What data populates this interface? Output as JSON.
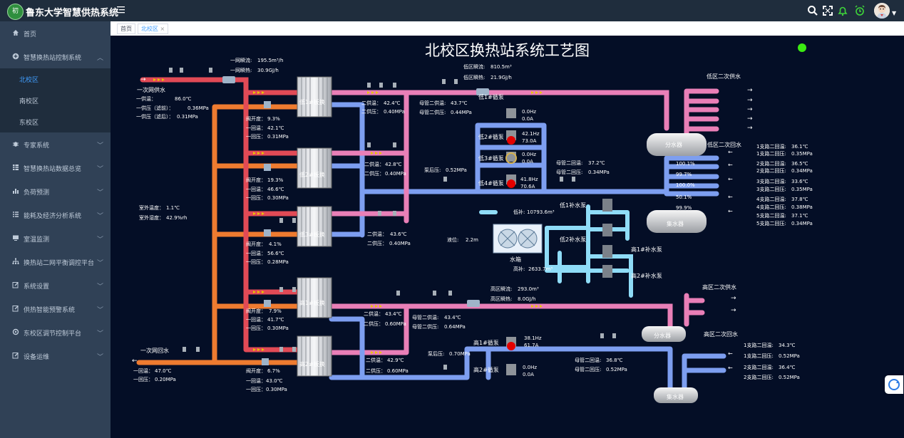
{
  "app": {
    "title": "鲁东大学智慧供热系统",
    "logo_text": "初"
  },
  "header": {
    "icons": [
      "search-icon",
      "fullscreen-icon",
      "bell-icon",
      "alarm-clock-icon",
      "avatar"
    ]
  },
  "sidebar": {
    "items": [
      {
        "label": "首页",
        "icon": "home-icon"
      },
      {
        "label": "智慧换热站控制系统",
        "icon": "plus-circle-icon",
        "expanded": true,
        "children": [
          {
            "label": "北校区",
            "active": true
          },
          {
            "label": "南校区"
          },
          {
            "label": "东校区"
          }
        ]
      },
      {
        "label": "专家系统",
        "icon": "bug-icon"
      },
      {
        "label": "智慧换热站数据总览",
        "icon": "grid-icon"
      },
      {
        "label": "负荷预测",
        "icon": "bar-chart-icon"
      },
      {
        "label": "能耗及经济分析系统",
        "icon": "list-icon"
      },
      {
        "label": "室温监测",
        "icon": "monitor-icon"
      },
      {
        "label": "换热站二网平衡调控平台",
        "icon": "sitemap-icon"
      },
      {
        "label": "系统设置",
        "icon": "edit-icon"
      },
      {
        "label": "供热智能预警系统",
        "icon": "edit-icon"
      },
      {
        "label": "东校区调节控制平台",
        "icon": "settings-icon"
      },
      {
        "label": "设备运维",
        "icon": "edit-icon"
      }
    ]
  },
  "tabs": [
    {
      "label": "首页"
    },
    {
      "label": "北校区",
      "active": true,
      "close": "×"
    }
  ],
  "diagram": {
    "title": "北校区换热站系统工艺图",
    "primary_supply": {
      "name": "一次网供水",
      "arrow": "→",
      "rows": [
        {
          "label": "一供温：",
          "value": "86.0℃"
        },
        {
          "label": "一供压（滤前）：",
          "value": "0.36MPa"
        },
        {
          "label": "一供压（滤后）：",
          "value": "0.31MPa"
        }
      ]
    },
    "primary_flow": {
      "flow_label": "一网瞬流:",
      "flow_value": "195.5m³/h",
      "heat_label": "一网瞬热:",
      "heat_value": "30.9GJ/h"
    },
    "primary_return": {
      "name": "一次网回水",
      "arrow": "←",
      "rows": [
        {
          "label": "一回温：",
          "value": "47.0℃"
        },
        {
          "label": "一回压：",
          "value": "0.20MPa"
        }
      ]
    },
    "outdoor": {
      "temp_label": "室外温度：",
      "temp_value": "1.1℃",
      "hum_label": "室外湿度：",
      "hum_value": "42.9%rh"
    },
    "exchangers": [
      {
        "name": "低1#板换",
        "valve": "阀开度：",
        "valve_value": "9.3%",
        "rt": "一回温：",
        "rt_value": "42.1℃",
        "rp": "一回压：",
        "rp_value": "0.31MPa",
        "st": "二供温：",
        "st_value": "42.4℃",
        "sp": "二供压：",
        "sp_value": "0.40MPa"
      },
      {
        "name": "低2#板换",
        "valve": "阀开度：",
        "valve_value": "19.3%",
        "rt": "一回温：",
        "rt_value": "46.6℃",
        "rp": "一回压：",
        "rp_value": "0.30MPa",
        "st": "二供温：",
        "st_value": "42.8℃",
        "sp": "二供压：",
        "sp_value": "0.40MPa"
      },
      {
        "name": "低3#板换",
        "valve": "阀开度：",
        "valve_value": "4.1%",
        "rt": "一回温：",
        "rt_value": "56.6℃",
        "rp": "一回压：",
        "rp_value": "0.28MPa",
        "st": "二供温：",
        "st_value": "43.6℃",
        "sp": "二供压：",
        "sp_value": "0.40MPa"
      },
      {
        "name": "高1#板换",
        "valve": "阀开度：",
        "valve_value": "7.9%",
        "rt": "一回温：",
        "rt_value": "41.7℃",
        "rp": "一回压：",
        "rp_value": "0.30MPa",
        "st": "二供温：",
        "st_value": "43.4℃",
        "sp": "二供压：",
        "sp_value": "0.60MPa"
      },
      {
        "name": "高2#板换",
        "valve": "阀开度：",
        "valve_value": "6.7%",
        "rt": "一回温：",
        "rt_value": "43.0℃",
        "rp": "一回压：",
        "rp_value": "0.30MPa",
        "st": "二供温：",
        "st_value": "42.9℃",
        "sp": "二供压：",
        "sp_value": "0.60MPa"
      }
    ],
    "low_zone": {
      "flow_label": "低区瞬流:",
      "flow_value": "810.5m³",
      "heat_label": "低区瞬热:",
      "heat_value": "21.9GJ/h",
      "main_supply_temp_label": "母管二供温:",
      "main_supply_temp": "43.7℃",
      "main_supply_press_label": "母管二供压:",
      "main_supply_press": "0.44MPa",
      "main_return_temp_label": "母管二回温:",
      "main_return_temp": "37.2℃",
      "main_return_press_label": "母管二回压:",
      "main_return_press": "0.34MPa",
      "pump_back_label": "泵后压:",
      "pump_back_value": "0.52MPa",
      "supply_out": "低区二次供水",
      "return_in": "低区二次回水",
      "distributor": "分水器",
      "collector": "集水器",
      "pumps": [
        {
          "name": "低1#循泵",
          "hz": "0.0Hz",
          "a": "0.0A",
          "running": false
        },
        {
          "name": "低2#循泵",
          "hz": "42.1Hz",
          "a": "73.0A",
          "running": true
        },
        {
          "name": "低3#循泵",
          "hz": "0.0Hz",
          "a": "0.0A",
          "running": false
        },
        {
          "name": "低4#循泵",
          "hz": "41.8Hz",
          "a": "70.6A",
          "running": true
        }
      ],
      "branch_valves": [
        "100.1%",
        "99.7%",
        "100.0%",
        "50.1%",
        "99.9%"
      ],
      "branches": [
        {
          "t_label": "1支路二回温:",
          "t": "36.1℃",
          "p_label": "1支路二回压:",
          "p": "0.35MPa"
        },
        {
          "t_label": "2支路二回温:",
          "t": "36.5℃",
          "p_label": "2支路二回压:",
          "p": "0.34MPa"
        },
        {
          "t_label": "3支路二回温:",
          "t": "33.6℃",
          "p_label": "3支路二回压:",
          "p": "0.35MPa"
        },
        {
          "t_label": "4支路二回温:",
          "t": "37.8℃",
          "p_label": "4支路二回压:",
          "p": "0.38MPa"
        },
        {
          "t_label": "5支路二回温:",
          "t": "37.1℃",
          "p_label": "5支路二回压:",
          "p": "0.34MPa"
        }
      ]
    },
    "tank": {
      "name": "水箱",
      "level_label": "液位:",
      "level_value": "2.2m",
      "low_makeup_label": "低补:",
      "low_makeup_value": "10793.6m³",
      "high_makeup_label": "高补:",
      "high_makeup_value": "2633.7m³",
      "low_pumps": [
        "低1补水泵",
        "低2补水泵"
      ],
      "high_pumps": [
        "高1#补水泵",
        "高2#补水泵"
      ]
    },
    "high_zone": {
      "flow_label": "高区瞬流:",
      "flow_value": "293.0m³",
      "heat_label": "高区瞬热:",
      "heat_value": "8.0GJ/h",
      "main_supply_temp_label": "母管二供温:",
      "main_supply_temp": "43.4℃",
      "main_supply_press_label": "母管二供压:",
      "main_supply_press": "0.64MPa",
      "main_return_temp_label": "母管二回温:",
      "main_return_temp": "36.8℃",
      "main_return_press_label": "母管二回压:",
      "main_return_press": "0.52MPa",
      "pump_back_label": "泵后压:",
      "pump_back_value": "0.70MPa",
      "supply_out": "高区二次供水",
      "return_in": "高区二次回水",
      "distributor": "分水器",
      "collector": "集水器",
      "pumps": [
        {
          "name": "高1#循泵",
          "hz": "38.1Hz",
          "a": "61.7A",
          "running": true
        },
        {
          "name": "高2#循泵",
          "hz": "0.0Hz",
          "a": "0.0A",
          "running": false
        }
      ],
      "branches": [
        {
          "t_label": "1支路二回温:",
          "t": "34.3℃",
          "p_label": "1支路二回压:",
          "p": "0.52MPa"
        },
        {
          "t_label": "2支路二回温:",
          "t": "36.4℃",
          "p_label": "2支路二回压:",
          "p": "0.52MPa"
        }
      ]
    },
    "colors": {
      "primary_supply": "#e14a56",
      "primary_return": "#ee7b30",
      "secondary_supply": "#e97fb7",
      "secondary_return": "#7d9ef0",
      "makeup": "#8fdcf7",
      "status_online": "#3bea12",
      "pump_running": "#e30000"
    }
  }
}
